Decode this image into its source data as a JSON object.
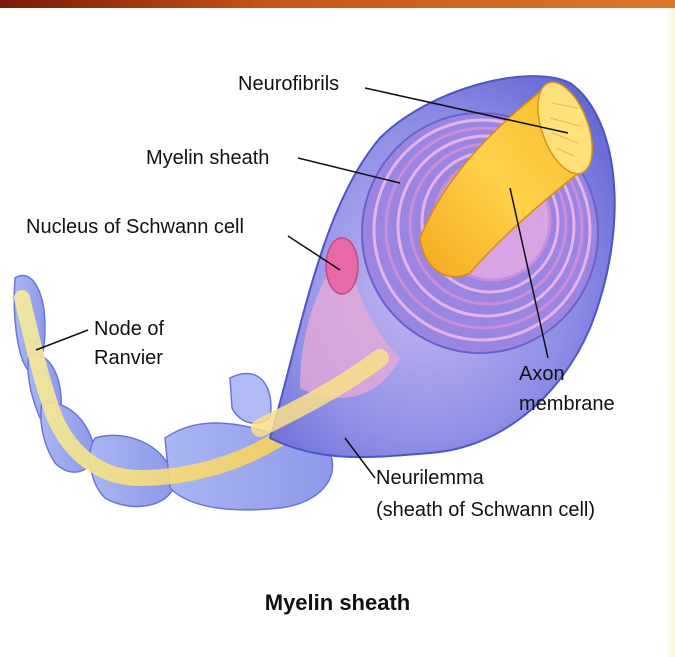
{
  "labels": {
    "neurofibrils": "Neurofibrils",
    "myelin_sheath": "Myelin sheath",
    "nucleus": "Nucleus of Schwann cell",
    "node_line1": "Node of",
    "node_line2": "Ranvier",
    "axon_line1": "Axon",
    "axon_line2": "membrane",
    "neurilemma_line1": "Neurilemma",
    "neurilemma_line2": "(sheath of Schwann cell)"
  },
  "caption": "Myelin sheath",
  "colors": {
    "accent_bar": "#c8551a",
    "sheath_blue": "#7b82e0",
    "layer_pink": "#d99ad6",
    "axon_yellow": "#f7c531",
    "nucleus_pink": "#e76aa6",
    "background": "#ffffff"
  }
}
